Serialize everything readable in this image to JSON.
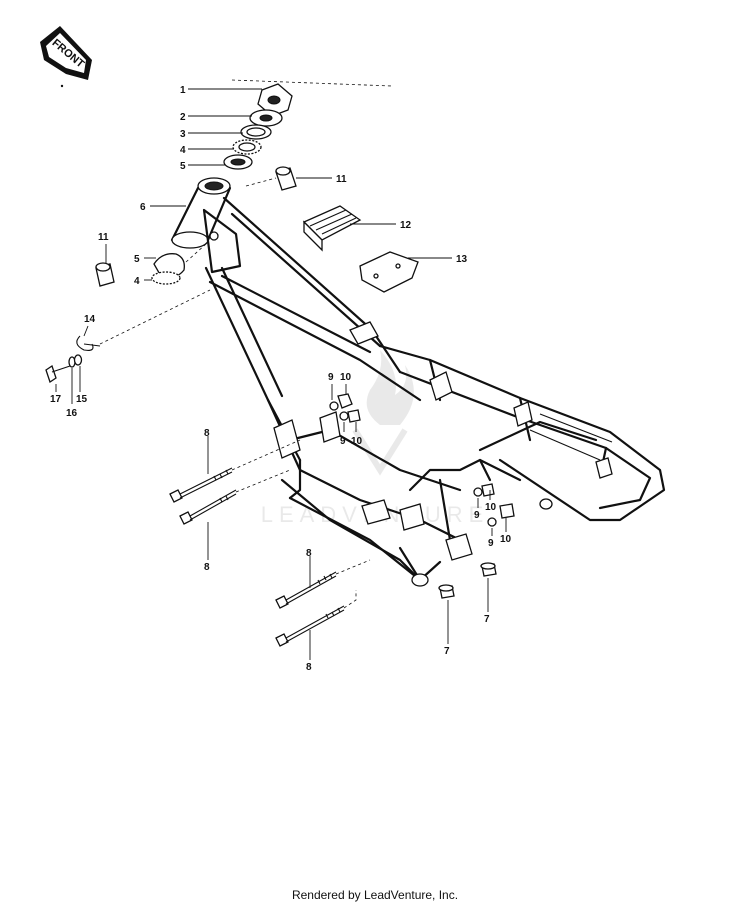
{
  "diagram": {
    "front_badge": "FRONT",
    "watermark": "LEADVENTURE",
    "labels": {
      "l1": "1",
      "l2": "2",
      "l3": "3",
      "l4a": "4",
      "l5a": "5",
      "l6": "6",
      "l11a": "11",
      "l11b": "11",
      "l12": "12",
      "l13": "13",
      "l5b": "5",
      "l4b": "4",
      "l14": "14",
      "l17": "17",
      "l16": "16",
      "l15": "15",
      "l9a": "9",
      "l10a": "10",
      "l9b": "9",
      "l10b": "10",
      "l8a": "8",
      "l8b": "8",
      "l8c": "8",
      "l8d": "8",
      "l9c": "9",
      "l10c": "10",
      "l9d": "9",
      "l10d": "10",
      "l7a": "7",
      "l7b": "7"
    }
  },
  "footer": {
    "text": "Rendered by LeadVenture, Inc."
  }
}
